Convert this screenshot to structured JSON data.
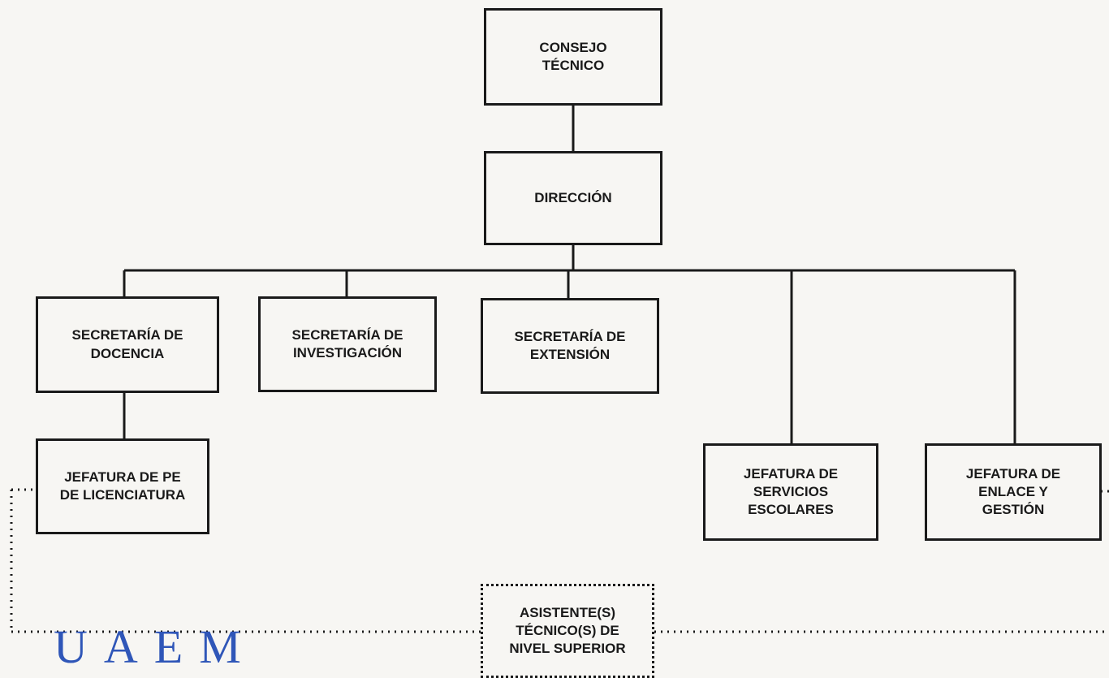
{
  "org_chart": {
    "consejo_tecnico": "CONSEJO\nTÉCNICO",
    "direccion": "DIRECCIÓN",
    "secretaria_docencia": "SECRETARÍA DE\nDOCENCIA",
    "secretaria_investigacion": "SECRETARÍA DE\nINVESTIGACIÓN",
    "secretaria_extension": "SECRETARÍA DE\nEXTENSIÓN",
    "jefatura_licenciatura": "JEFATURA DE PE\nDE LICENCIATURA",
    "jefatura_servicios_escolares": "JEFATURA DE\nSERVICIOS\nESCOLARES",
    "jefatura_enlace_gestion": "JEFATURA DE\nENLACE Y\nGESTIÓN",
    "asistentes_tecnicos": "ASISTENTE(S)\nTÉCNICO(S) DE\nNIVEL SUPERIOR"
  },
  "logo": {
    "text": "UAEM",
    "color": "#2f56b8"
  },
  "colors": {
    "line": "#1a1a1a",
    "background": "#f7f6f3"
  }
}
